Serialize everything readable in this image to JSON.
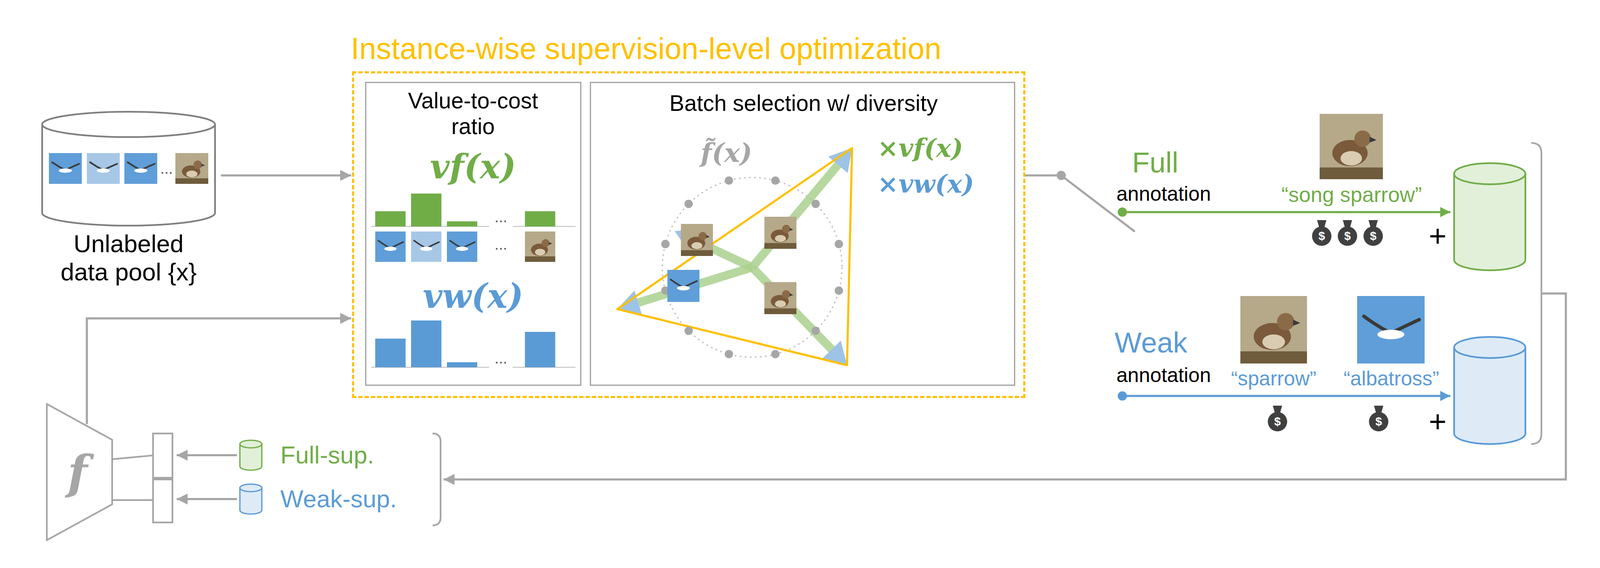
{
  "diagram": {
    "nodes": [
      {
        "text": [
          "Instance-wise supervision-level optimization"
        ]
      },
      {
        "text": [
          "Value-to-cost ratio",
          "vf(x)",
          "vw(x)"
        ],
        "in": 0
      },
      {
        "text": [
          "Batch selection w/ diversity",
          "f̃(x)",
          "×vf(x)",
          "×vw(x)"
        ],
        "in": 0
      },
      {
        "text": [
          "Unlabeled data pool {x}"
        ]
      },
      {
        "text": [
          "f"
        ]
      },
      {
        "text": [
          "Full-sup."
        ]
      },
      {
        "text": [
          "Weak-sup."
        ]
      }
    ],
    "edges": [
      {
        "from": 3,
        "to": 0,
        "arrow": "to"
      },
      {
        "from": 4,
        "to": 0,
        "arrow": "to"
      },
      {
        "from": 5,
        "to": 4,
        "arrow": "to"
      },
      {
        "from": 6,
        "to": 4,
        "arrow": "to"
      }
    ],
    "labels": [
      "...",
      "...",
      "...",
      "...",
      "Full",
      "annotation",
      "“song sparrow”",
      "$",
      "$",
      "$",
      "+",
      "Weak",
      "annotation",
      "“sparrow”",
      "“albatross”",
      "$",
      "$",
      "+"
    ]
  }
}
